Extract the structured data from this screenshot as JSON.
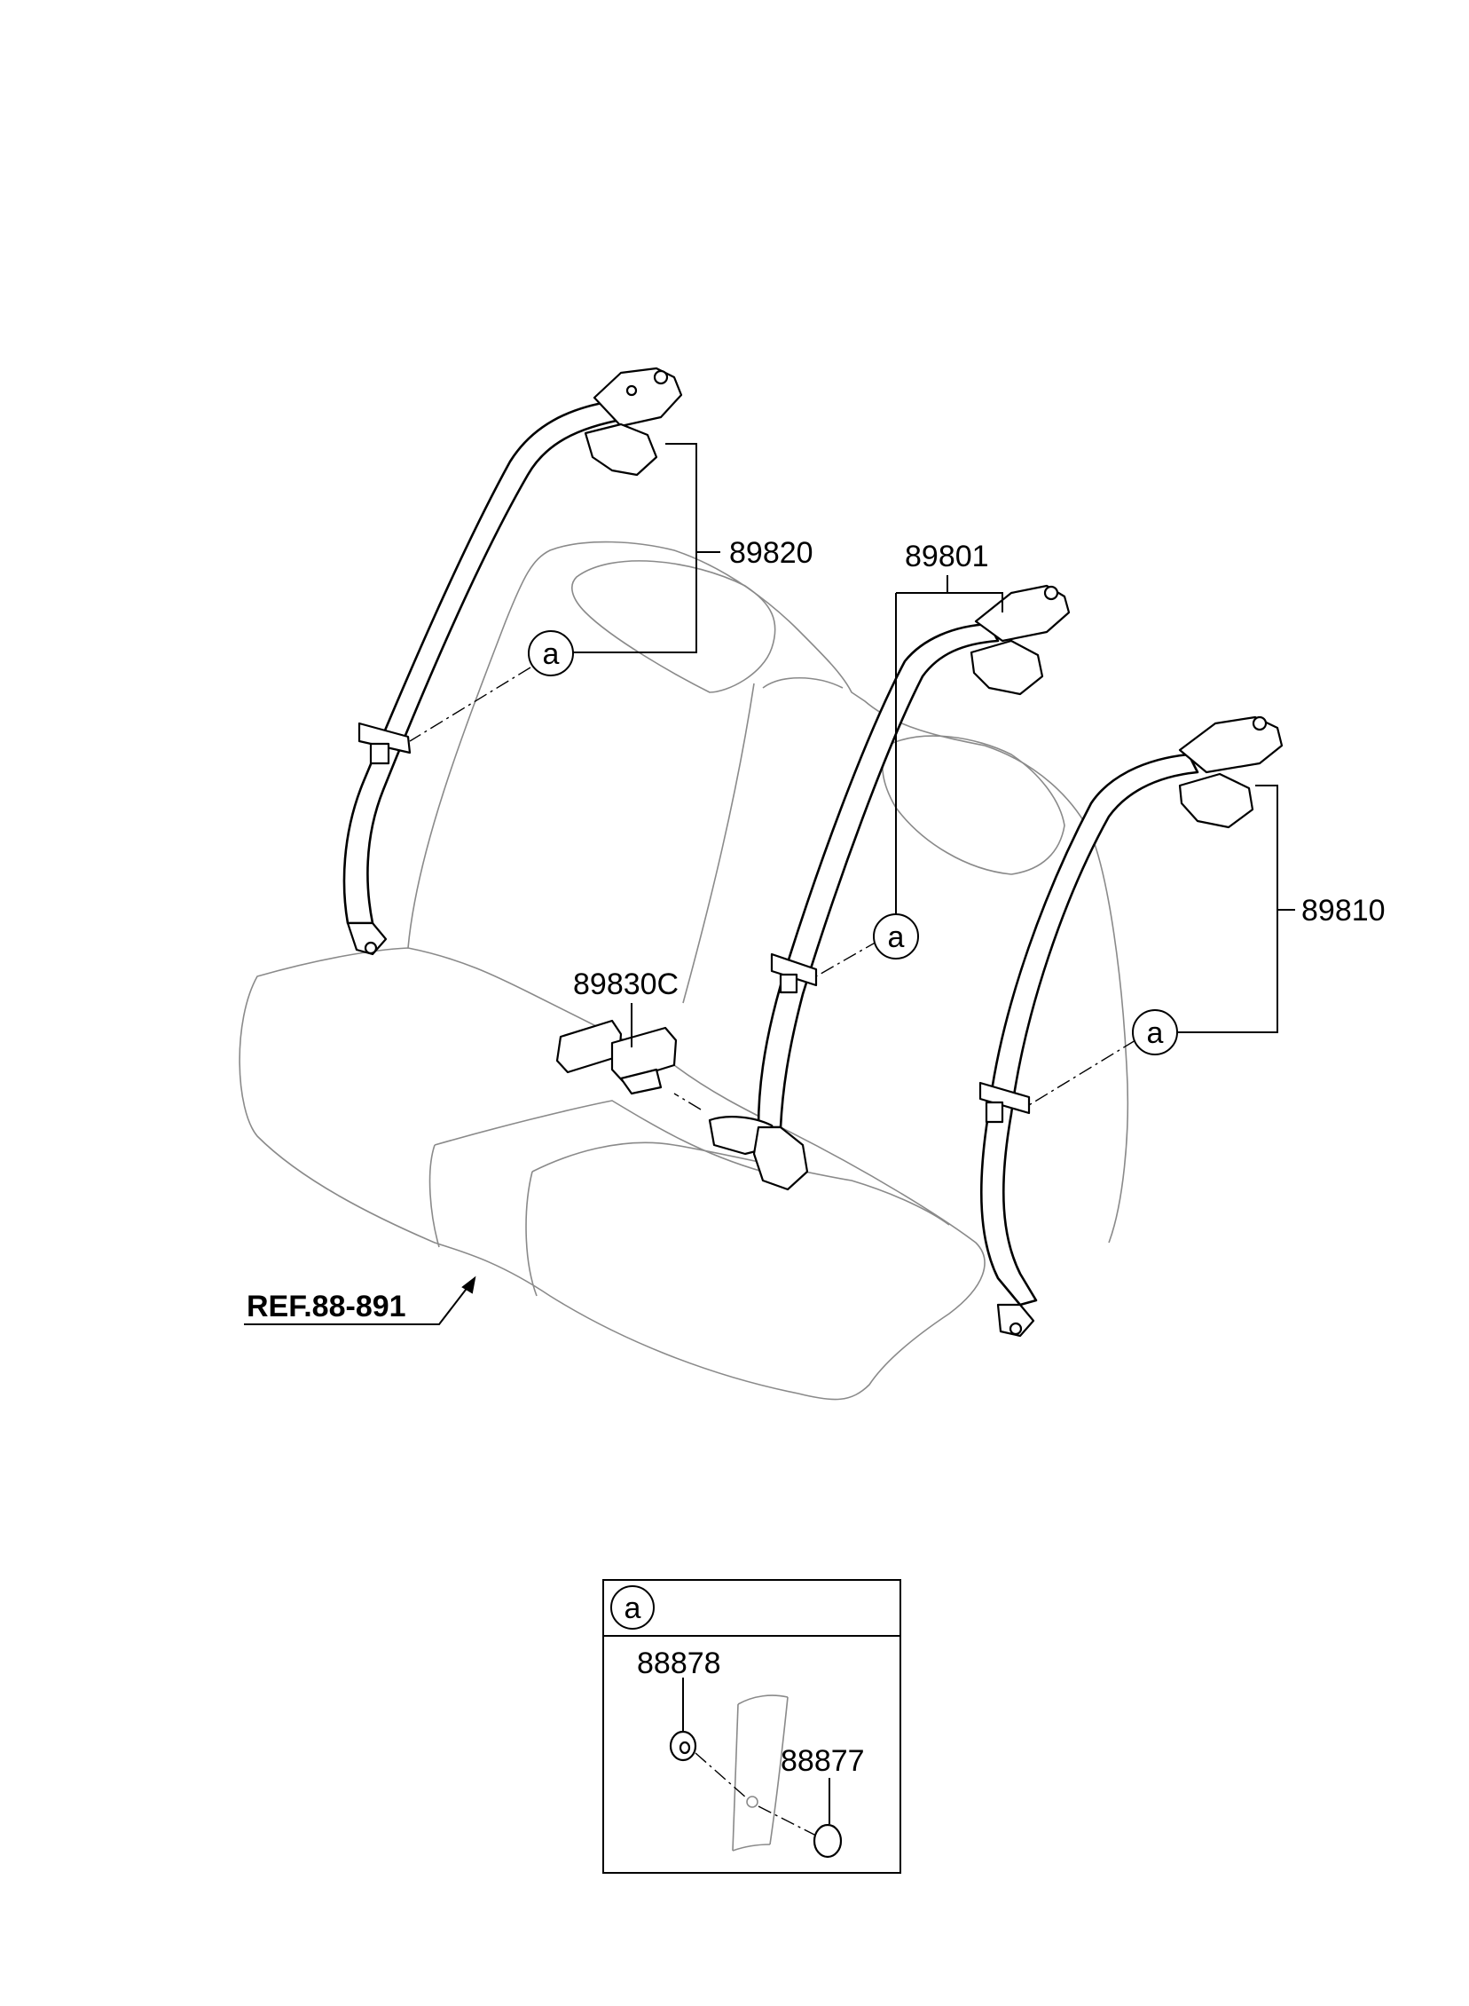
{
  "parts": {
    "upper_left_retractor": "89820",
    "center_retractor": "89801",
    "right_retractor": "89810",
    "buckle": "89830C",
    "cap_small": "88878",
    "cap_large": "88877"
  },
  "reference": "REF.88-891",
  "detail_marker": "a",
  "colors": {
    "line": "#000000",
    "seat_outline": "#8a8a8a",
    "background": "#ffffff"
  }
}
